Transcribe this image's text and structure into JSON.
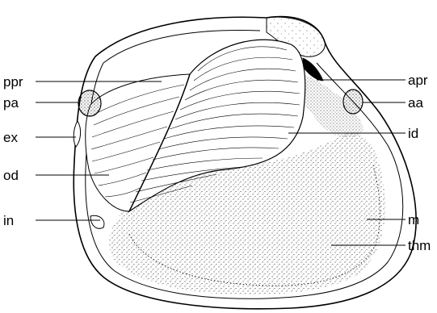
{
  "labels": {
    "ppr": "ppr",
    "pa": "pa",
    "ex": "ex",
    "od": "od",
    "in": "in",
    "apr": "apr",
    "aa": "aa",
    "id": "id",
    "m": "m",
    "thm": "thm"
  },
  "colors": {
    "ink": "#000000",
    "paper": "#ffffff"
  }
}
